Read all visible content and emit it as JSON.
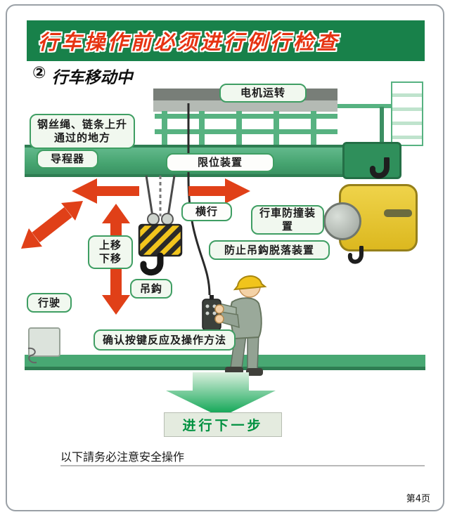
{
  "page": {
    "title": "行车操作前必须进行例行检查",
    "step_number": "②",
    "step_title": "行车移动中",
    "footer_note": "以下請务必注意安全操作",
    "page_number": "第4页"
  },
  "diagram": {
    "labels": {
      "motor_running": "电机运转",
      "rope_passage": "钢丝绳、链条上升通过的地方",
      "guide_device": "导程器",
      "limit_device": "限位装置",
      "traverse": "横行",
      "anti_collision_device": "行車防撞装置",
      "move_up": "上移",
      "move_down": "下移",
      "hook_drop_prevention": "防止吊鈎脱落装置",
      "hook": "吊鈎",
      "travel": "行驶",
      "confirm_operation": "确认按键反应及操作方法",
      "next_step": "进行下一步"
    },
    "colors": {
      "banner_green": "#18814a",
      "title_red": "#e63312",
      "label_border_green": "#3f9e63",
      "label_bg": "#f1f8ef",
      "arrow_red": "#e04018",
      "girder_green": "#46a470",
      "floor_green": "#48a873",
      "hoist_yellow": "#e3c52f",
      "next_arrow_green": "#00a04a",
      "next_step_text_green": "#009140"
    }
  }
}
